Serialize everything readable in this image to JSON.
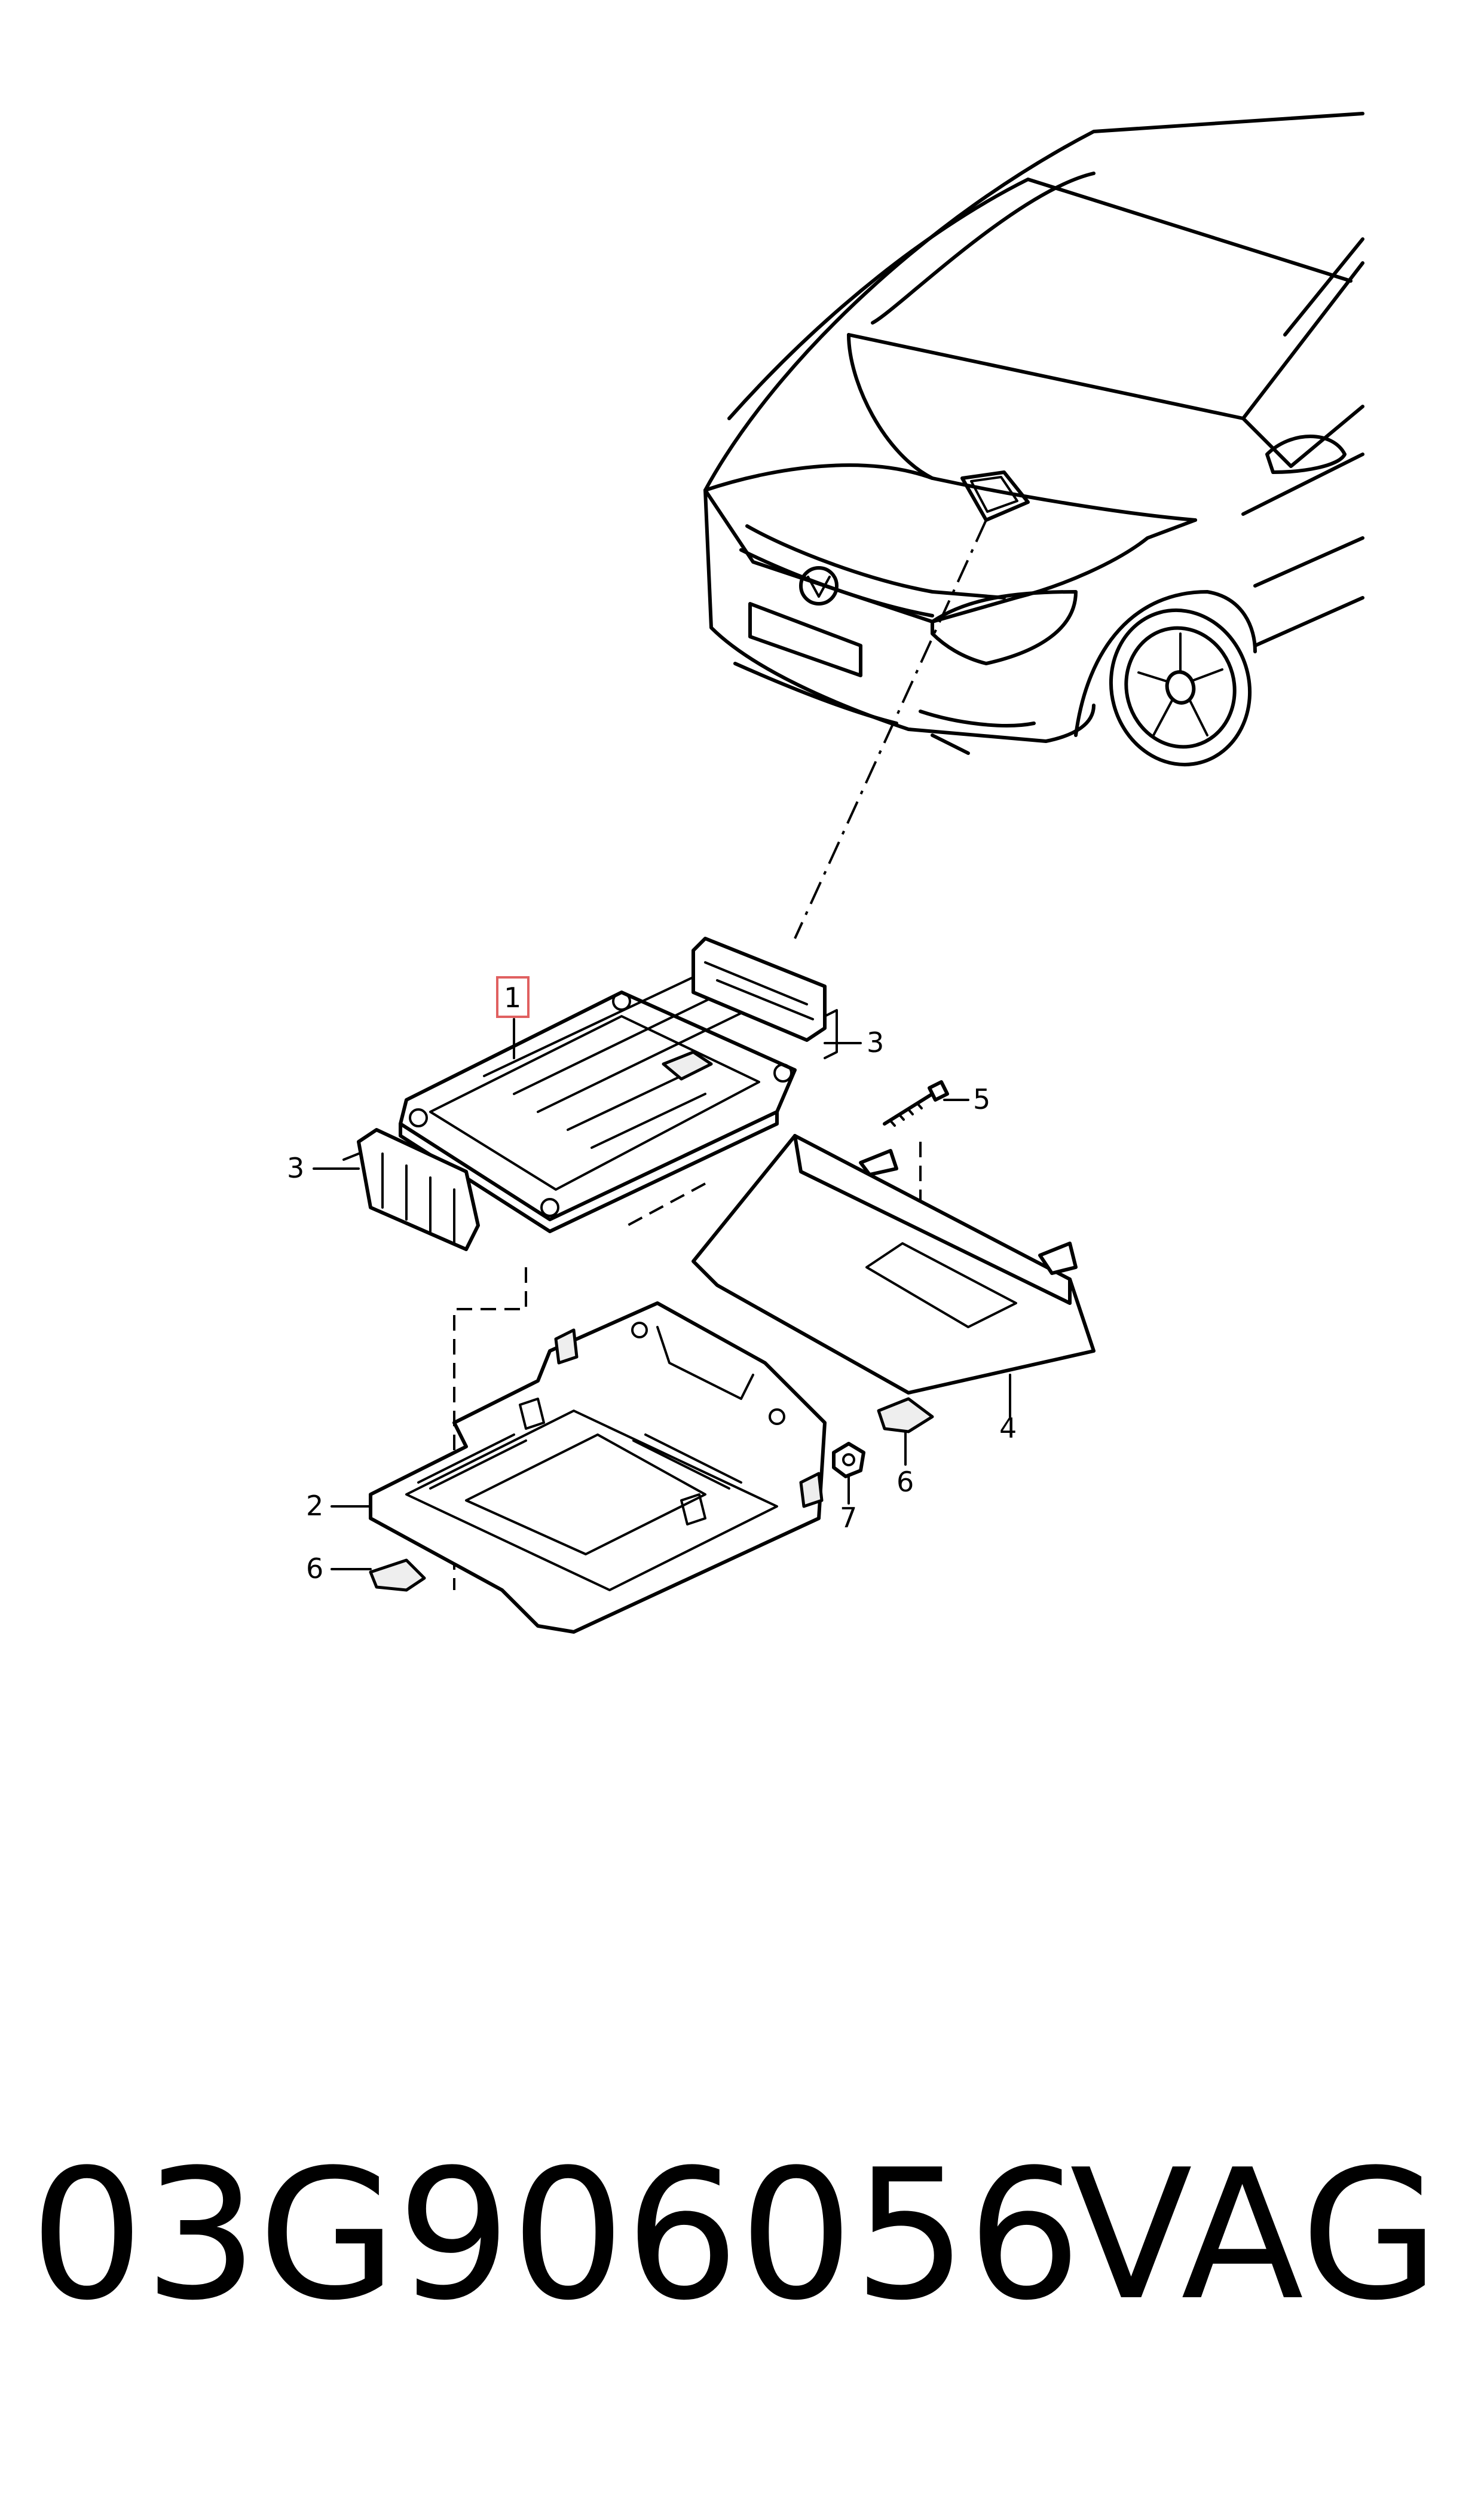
{
  "callouts": {
    "c1": "1",
    "c2": "2",
    "c3a": "3",
    "c3b": "3",
    "c4": "4",
    "c5": "5",
    "c6a": "6",
    "c6b": "6",
    "c7": "7"
  },
  "footer": {
    "part_number": "03G906056",
    "brand": "VAG"
  },
  "colors": {
    "line": "#000000",
    "highlight_box": "#e06060",
    "background": "#ffffff"
  }
}
